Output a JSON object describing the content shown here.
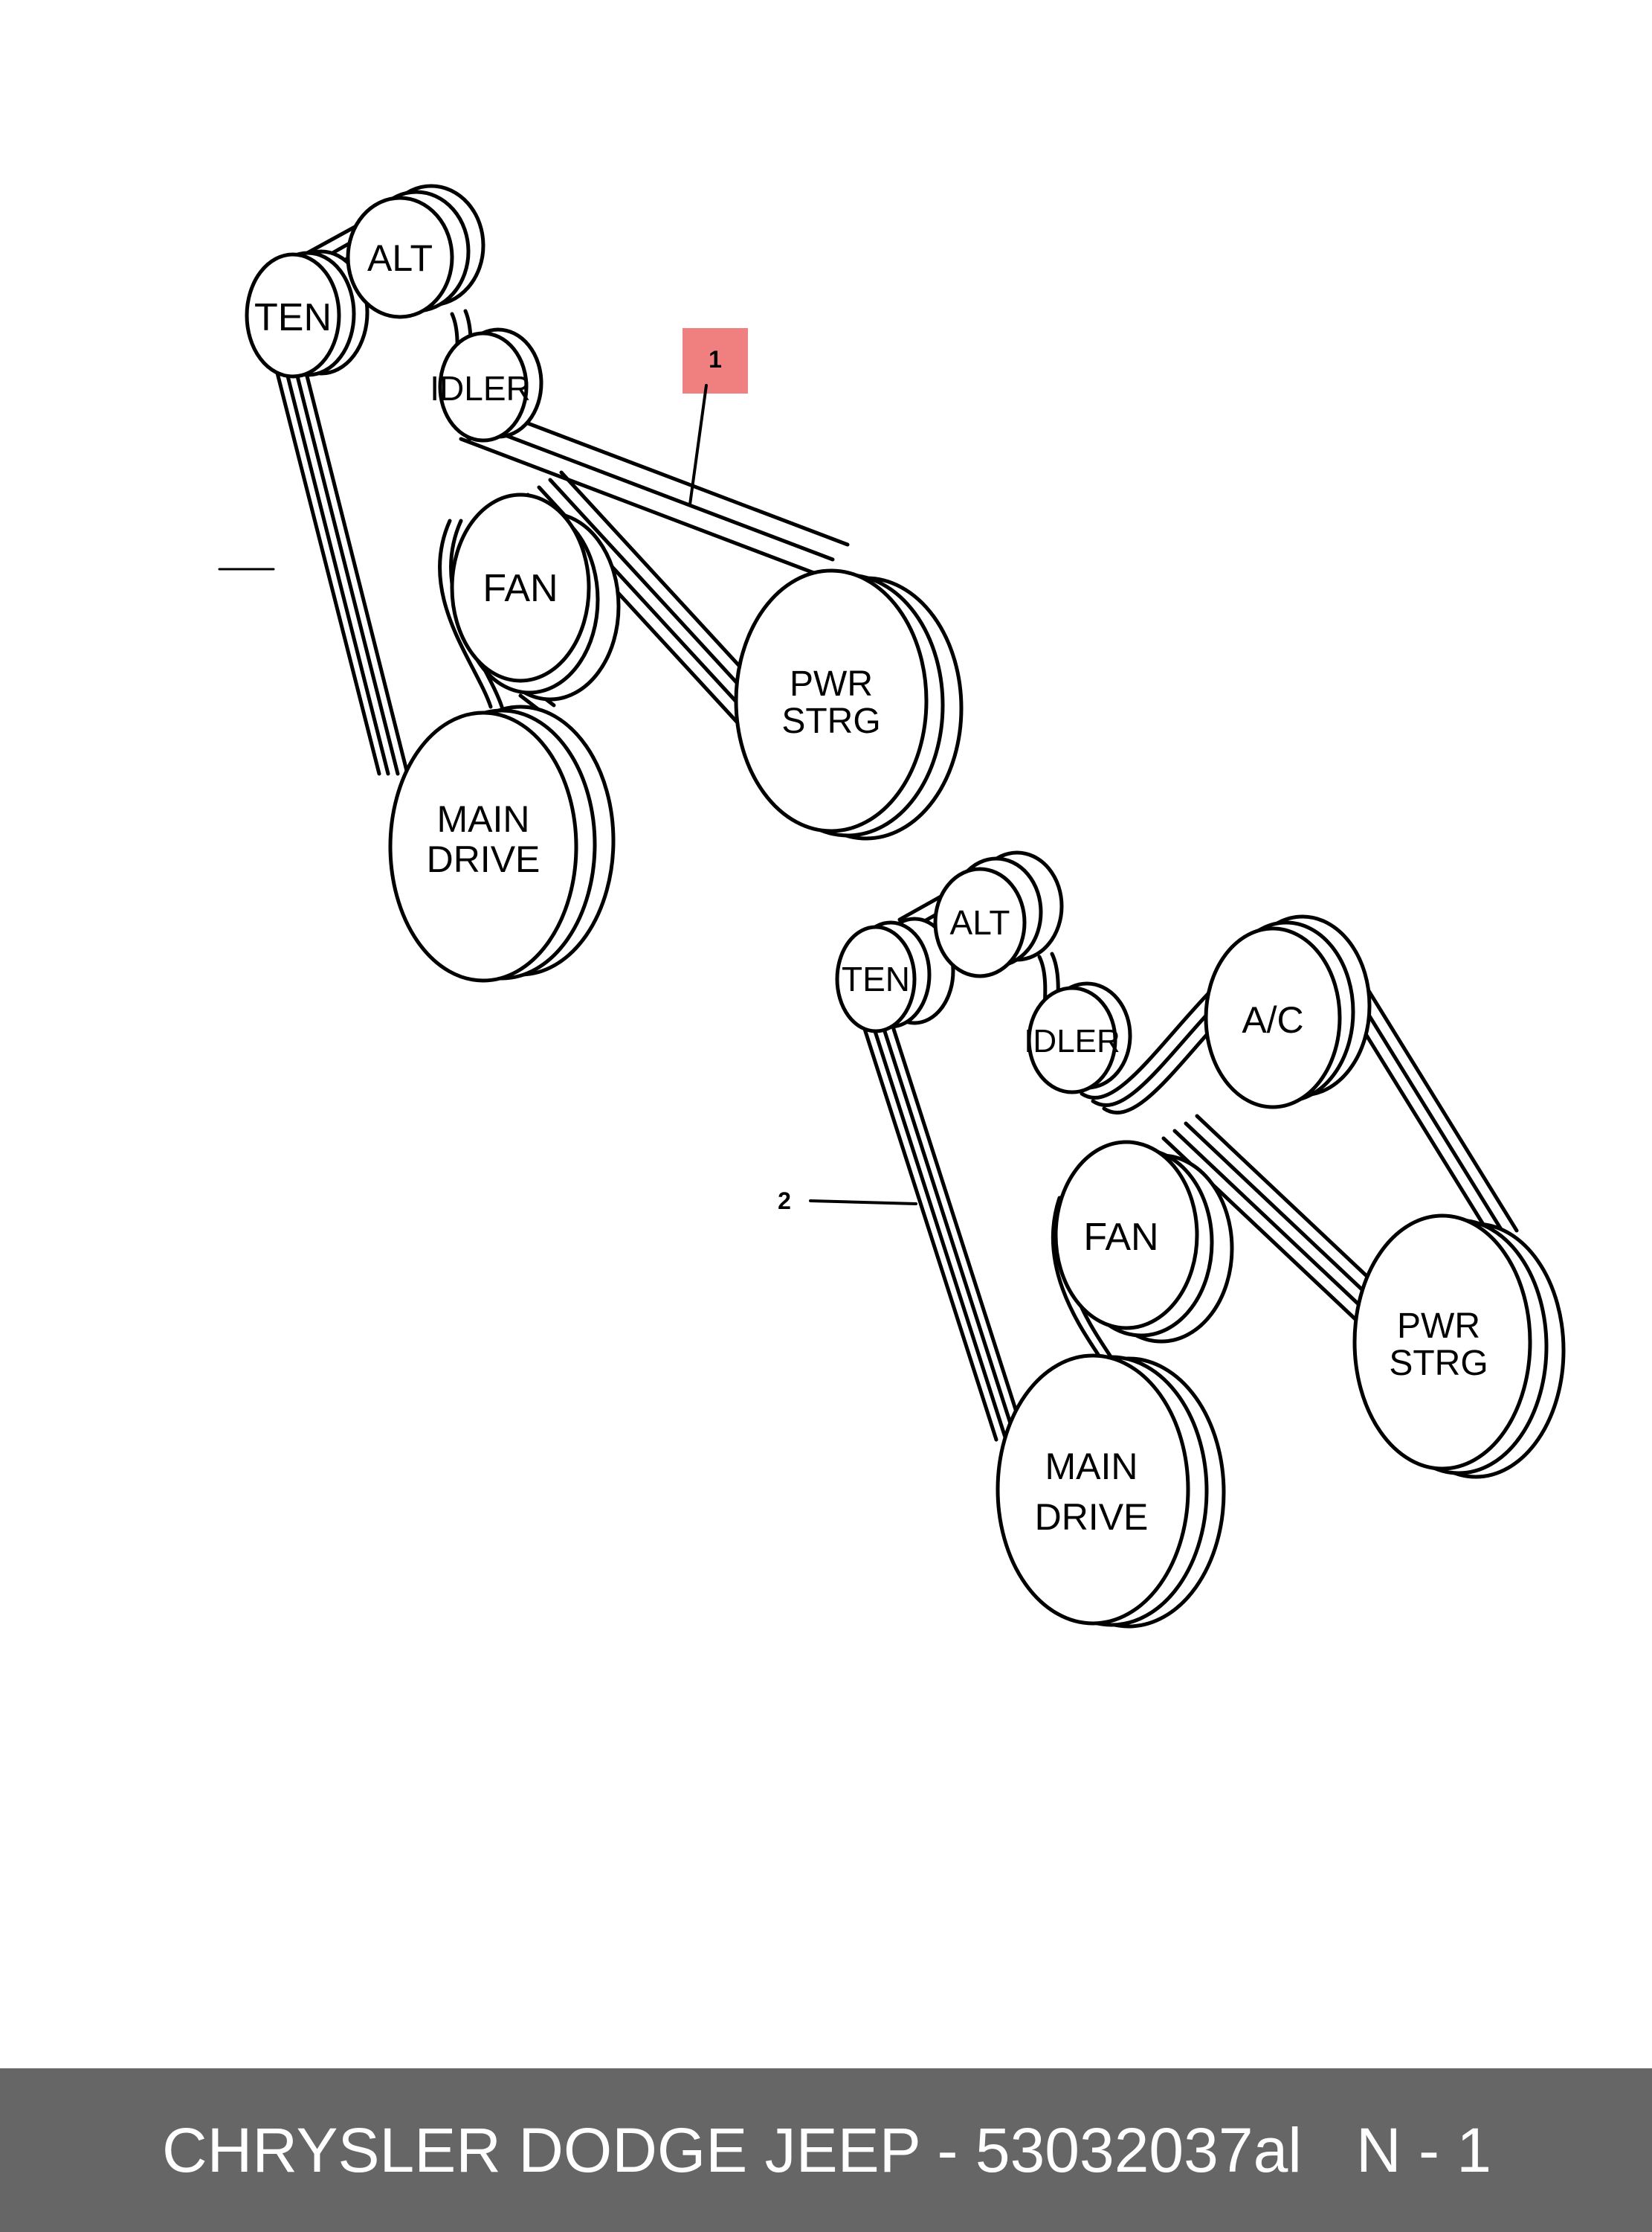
{
  "diagram": {
    "top_layout": {
      "pulleys": {
        "ten": "TEN",
        "alt": "ALT",
        "idler": "IDLER",
        "fan": "FAN",
        "pwr_strg_1": "PWR",
        "pwr_strg_2": "STRG",
        "main_drive_1": "MAIN",
        "main_drive_2": "DRIVE"
      },
      "callout": "1"
    },
    "bottom_layout": {
      "pulleys": {
        "ten": "TEN",
        "alt": "ALT",
        "idler": "IDLER",
        "ac": "A/C",
        "fan": "FAN",
        "pwr_strg_1": "PWR",
        "pwr_strg_2": "STRG",
        "main_drive_1": "MAIN",
        "main_drive_2": "DRIVE"
      },
      "callout": "2"
    },
    "colors": {
      "highlight": "#f08080",
      "footer_bg": "#666666",
      "footer_text": "#ffffff"
    }
  },
  "footer": {
    "brand_part": "CHRYSLER DODGE JEEP - 53032037al",
    "page_ref": "N - 1"
  }
}
